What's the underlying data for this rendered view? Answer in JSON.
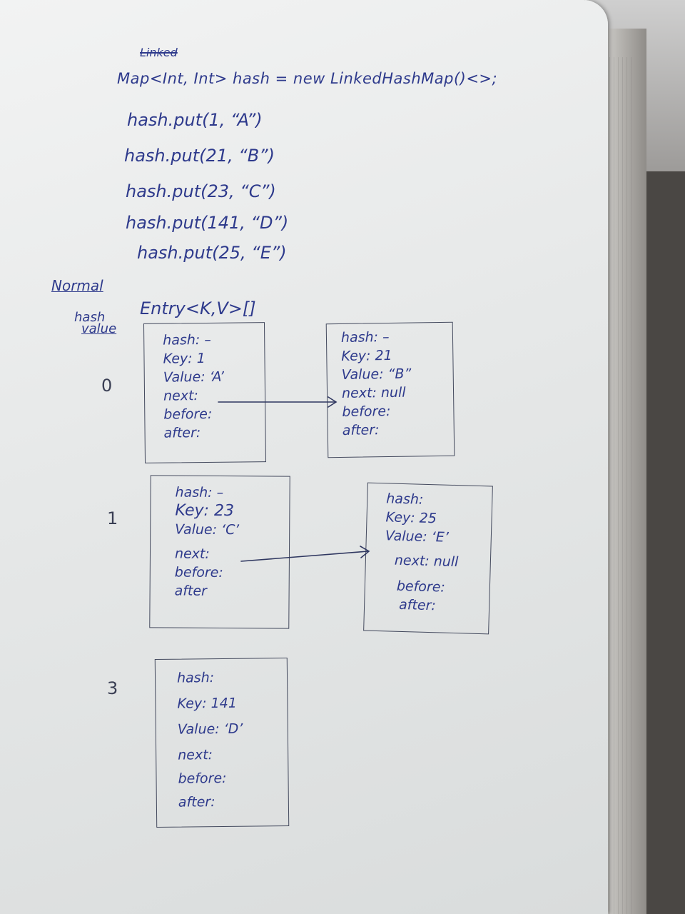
{
  "header": {
    "crossed_title": "Linked",
    "declaration": "Map<Int, Int> hash = new LinkedHashMap()<>;",
    "puts": [
      "hash.put(1, “A”)",
      "hash.put(21, “B”)",
      "hash.put(23, “C”)",
      "hash.put(141, “D”)",
      "hash.put(25, “E”)"
    ]
  },
  "labels": {
    "normal": "Normal",
    "hash_value_1": "hash",
    "hash_value_2": "value",
    "entry_array": "Entry<K,V>[]"
  },
  "indices": [
    "0",
    "1",
    "3"
  ],
  "entries": [
    {
      "hash": "hash: –",
      "key": "Key: 1",
      "value": "Value: ‘A’",
      "next": "next:",
      "before": "before:",
      "after": "after:"
    },
    {
      "hash": "hash: –",
      "key": "Key: 21",
      "value": "Value: “B”",
      "next": "next: null",
      "before": "before:",
      "after": "after:"
    },
    {
      "hash": "hash: –",
      "key": "Key: 23",
      "value": "Value: ‘C’",
      "next": "next:",
      "before": "before:",
      "after": "after"
    },
    {
      "hash": "hash:",
      "key": "Key: 25",
      "value": "Value: ‘E’",
      "next": "next: null",
      "before": "before:",
      "after": "after:"
    },
    {
      "hash": "hash:",
      "key": "Key: 141",
      "value": "Value: ‘D’",
      "next": "next:",
      "before": "before:",
      "after": "after:"
    }
  ],
  "colors": {
    "ink": "#2e3a8c",
    "pencil": "#444a5e",
    "paper": "#eceeee"
  }
}
